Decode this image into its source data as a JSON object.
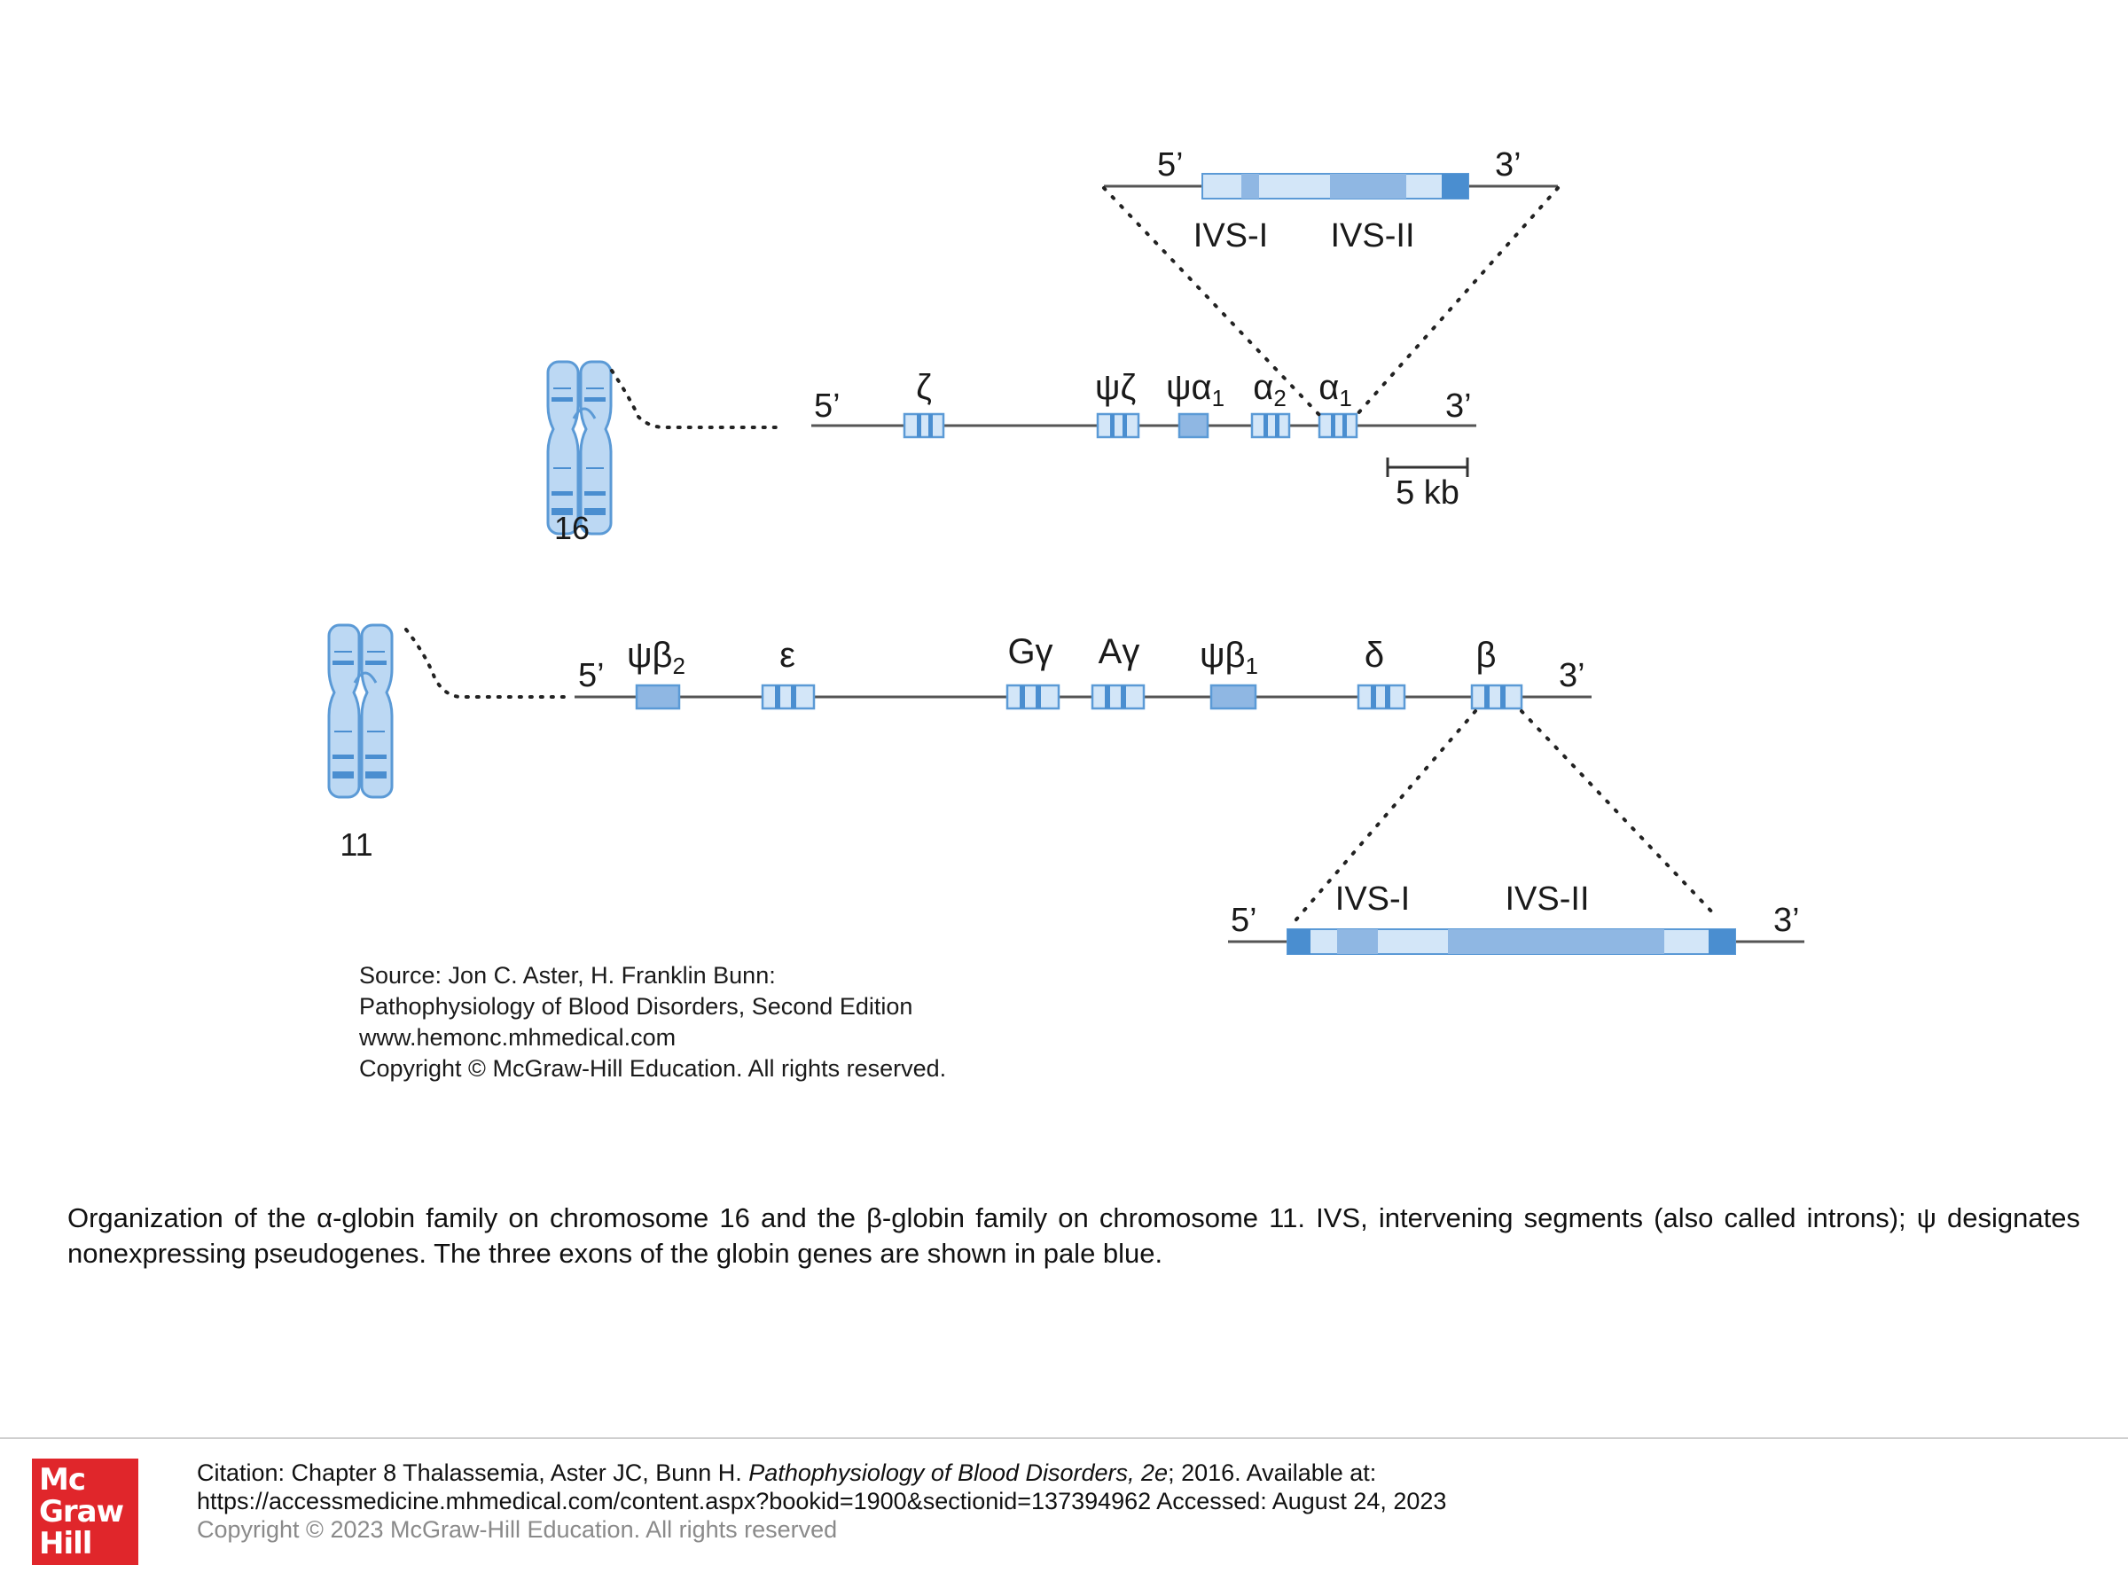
{
  "diagram": {
    "alpha": {
      "chromosome_label": "16",
      "five_prime": "5’",
      "three_prime": "3’",
      "genes": [
        {
          "label": "ζ",
          "sub": ""
        },
        {
          "label": "ψζ",
          "sub": ""
        },
        {
          "label": "ψα",
          "sub": "1"
        },
        {
          "label": "α",
          "sub": "2"
        },
        {
          "label": "α",
          "sub": "1"
        }
      ],
      "scale_label": "5 kb",
      "expanded": {
        "five_prime": "5’",
        "three_prime": "3’",
        "intron1": "IVS-I",
        "intron2": "IVS-II"
      }
    },
    "beta": {
      "chromosome_label": "11",
      "five_prime": "5’",
      "three_prime": "3’",
      "genes": [
        {
          "label": "ψβ",
          "sub": "2"
        },
        {
          "label": "ε",
          "sub": ""
        },
        {
          "label": "Gγ",
          "sub": ""
        },
        {
          "label": "Aγ",
          "sub": ""
        },
        {
          "label": "ψβ",
          "sub": "1"
        },
        {
          "label": "δ",
          "sub": ""
        },
        {
          "label": "β",
          "sub": ""
        }
      ],
      "expanded": {
        "five_prime": "5’",
        "three_prime": "3’",
        "intron1": "IVS-I",
        "intron2": "IVS-II"
      }
    },
    "source_lines": [
      "Source: Jon C. Aster, H. Franklin Bunn:",
      "Pathophysiology of Blood Disorders, Second Edition",
      "www.hemonc.mhmedical.com",
      "Copyright © McGraw-Hill Education. All rights reserved."
    ],
    "colors": {
      "exon": "#d3e6f8",
      "intron": "#8fb7e3",
      "flank": "#4a8ed0",
      "outline": "#5b9ad6",
      "chromosome": "#bcd8f3"
    }
  },
  "caption": "Organization of the α-globin family on chromosome 16 and the β-globin family on chromosome 11. IVS, intervening segments (also called introns); ψ designates nonexpressing pseudogenes. The three exons of the globin genes are shown in pale blue.",
  "logo": {
    "line1": "Mc",
    "line2": "Graw",
    "line3": "Hill"
  },
  "citation": {
    "prefix": "Citation: Chapter 8 Thalassemia, Aster JC, Bunn H. ",
    "book": "Pathophysiology of Blood Disorders, 2e",
    "suffix": "; 2016. Available at:",
    "url_line": "https://accessmedicine.mhmedical.com/content.aspx?bookid=1900&sectionid=137394962 Accessed: August 24, 2023",
    "copyright": "Copyright © 2023 McGraw-Hill Education. All rights reserved"
  }
}
